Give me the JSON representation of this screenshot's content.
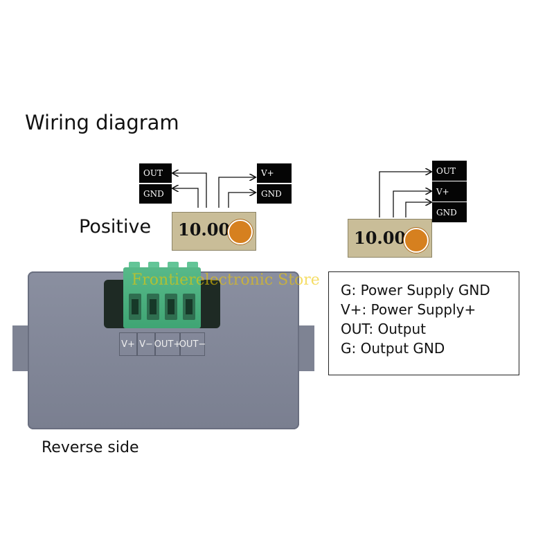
{
  "header": {
    "title": "Wiring diagram"
  },
  "labels": {
    "positive": "Positive",
    "reverse": "Reverse side"
  },
  "left_diagram": {
    "terminals_left": [
      "OUT",
      "GND"
    ],
    "terminals_right": [
      "V+",
      "GND"
    ],
    "display_value": "10.00"
  },
  "right_diagram": {
    "terminals": [
      "OUT",
      "V+",
      "GND"
    ],
    "display_value": "10.00"
  },
  "legend": {
    "lines": [
      "G: Power Supply GND",
      "V+: Power Supply+",
      "OUT: Output",
      "G: Output GND"
    ]
  },
  "device": {
    "port_labels": [
      "V+",
      "V−",
      "OUT+",
      "OUT−"
    ]
  },
  "watermark": "Frontierelectronic Store",
  "colors": {
    "knob": "#d6801f",
    "lcd": "#c9bd98",
    "terminal_block": "#3fa574",
    "housing": "#7a7f90"
  }
}
